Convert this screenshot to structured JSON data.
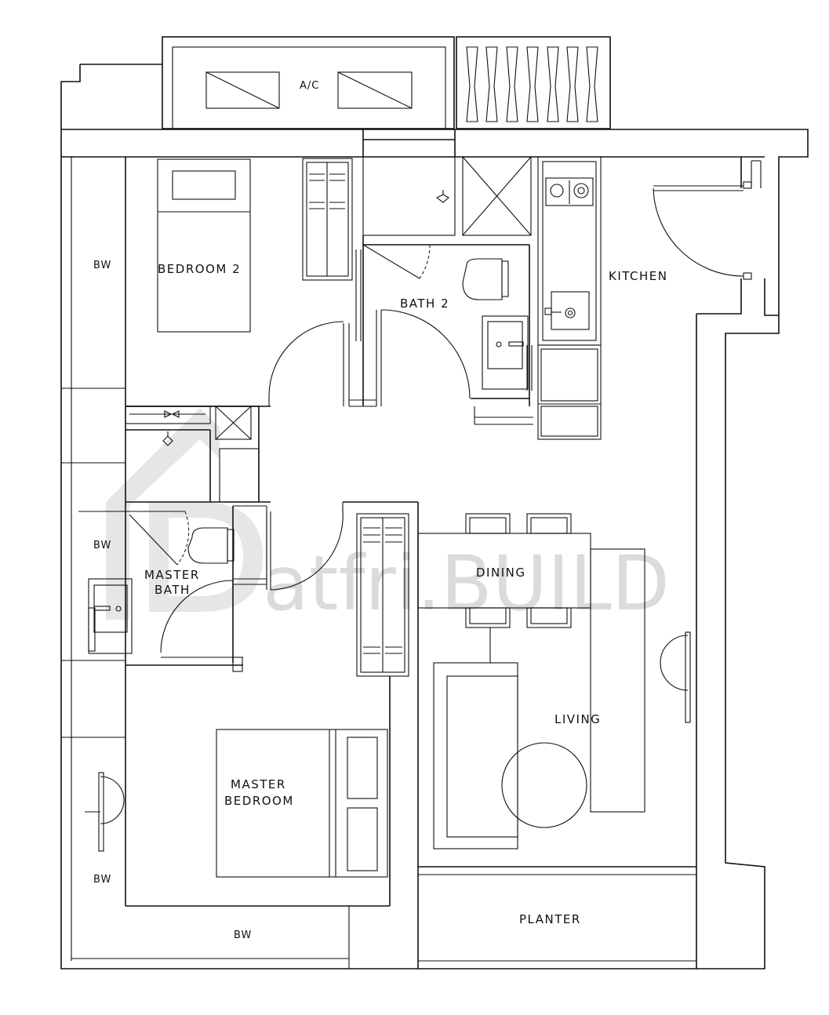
{
  "rooms": {
    "ac": "A/C",
    "bedroom2": "BEDROOM 2",
    "bath2": "BATH 2",
    "kitchen": "KITCHEN",
    "master_bath_1": "MASTER",
    "master_bath_2": "BATH",
    "dining": "DINING",
    "living": "LIVING",
    "master_bedroom_1": "MASTER",
    "master_bedroom_2": "BEDROOM",
    "planter": "PLANTER",
    "bw1": "BW",
    "bw2": "BW",
    "bw3": "BW",
    "bw4": "BW"
  },
  "watermark": "atfri.BUILD"
}
